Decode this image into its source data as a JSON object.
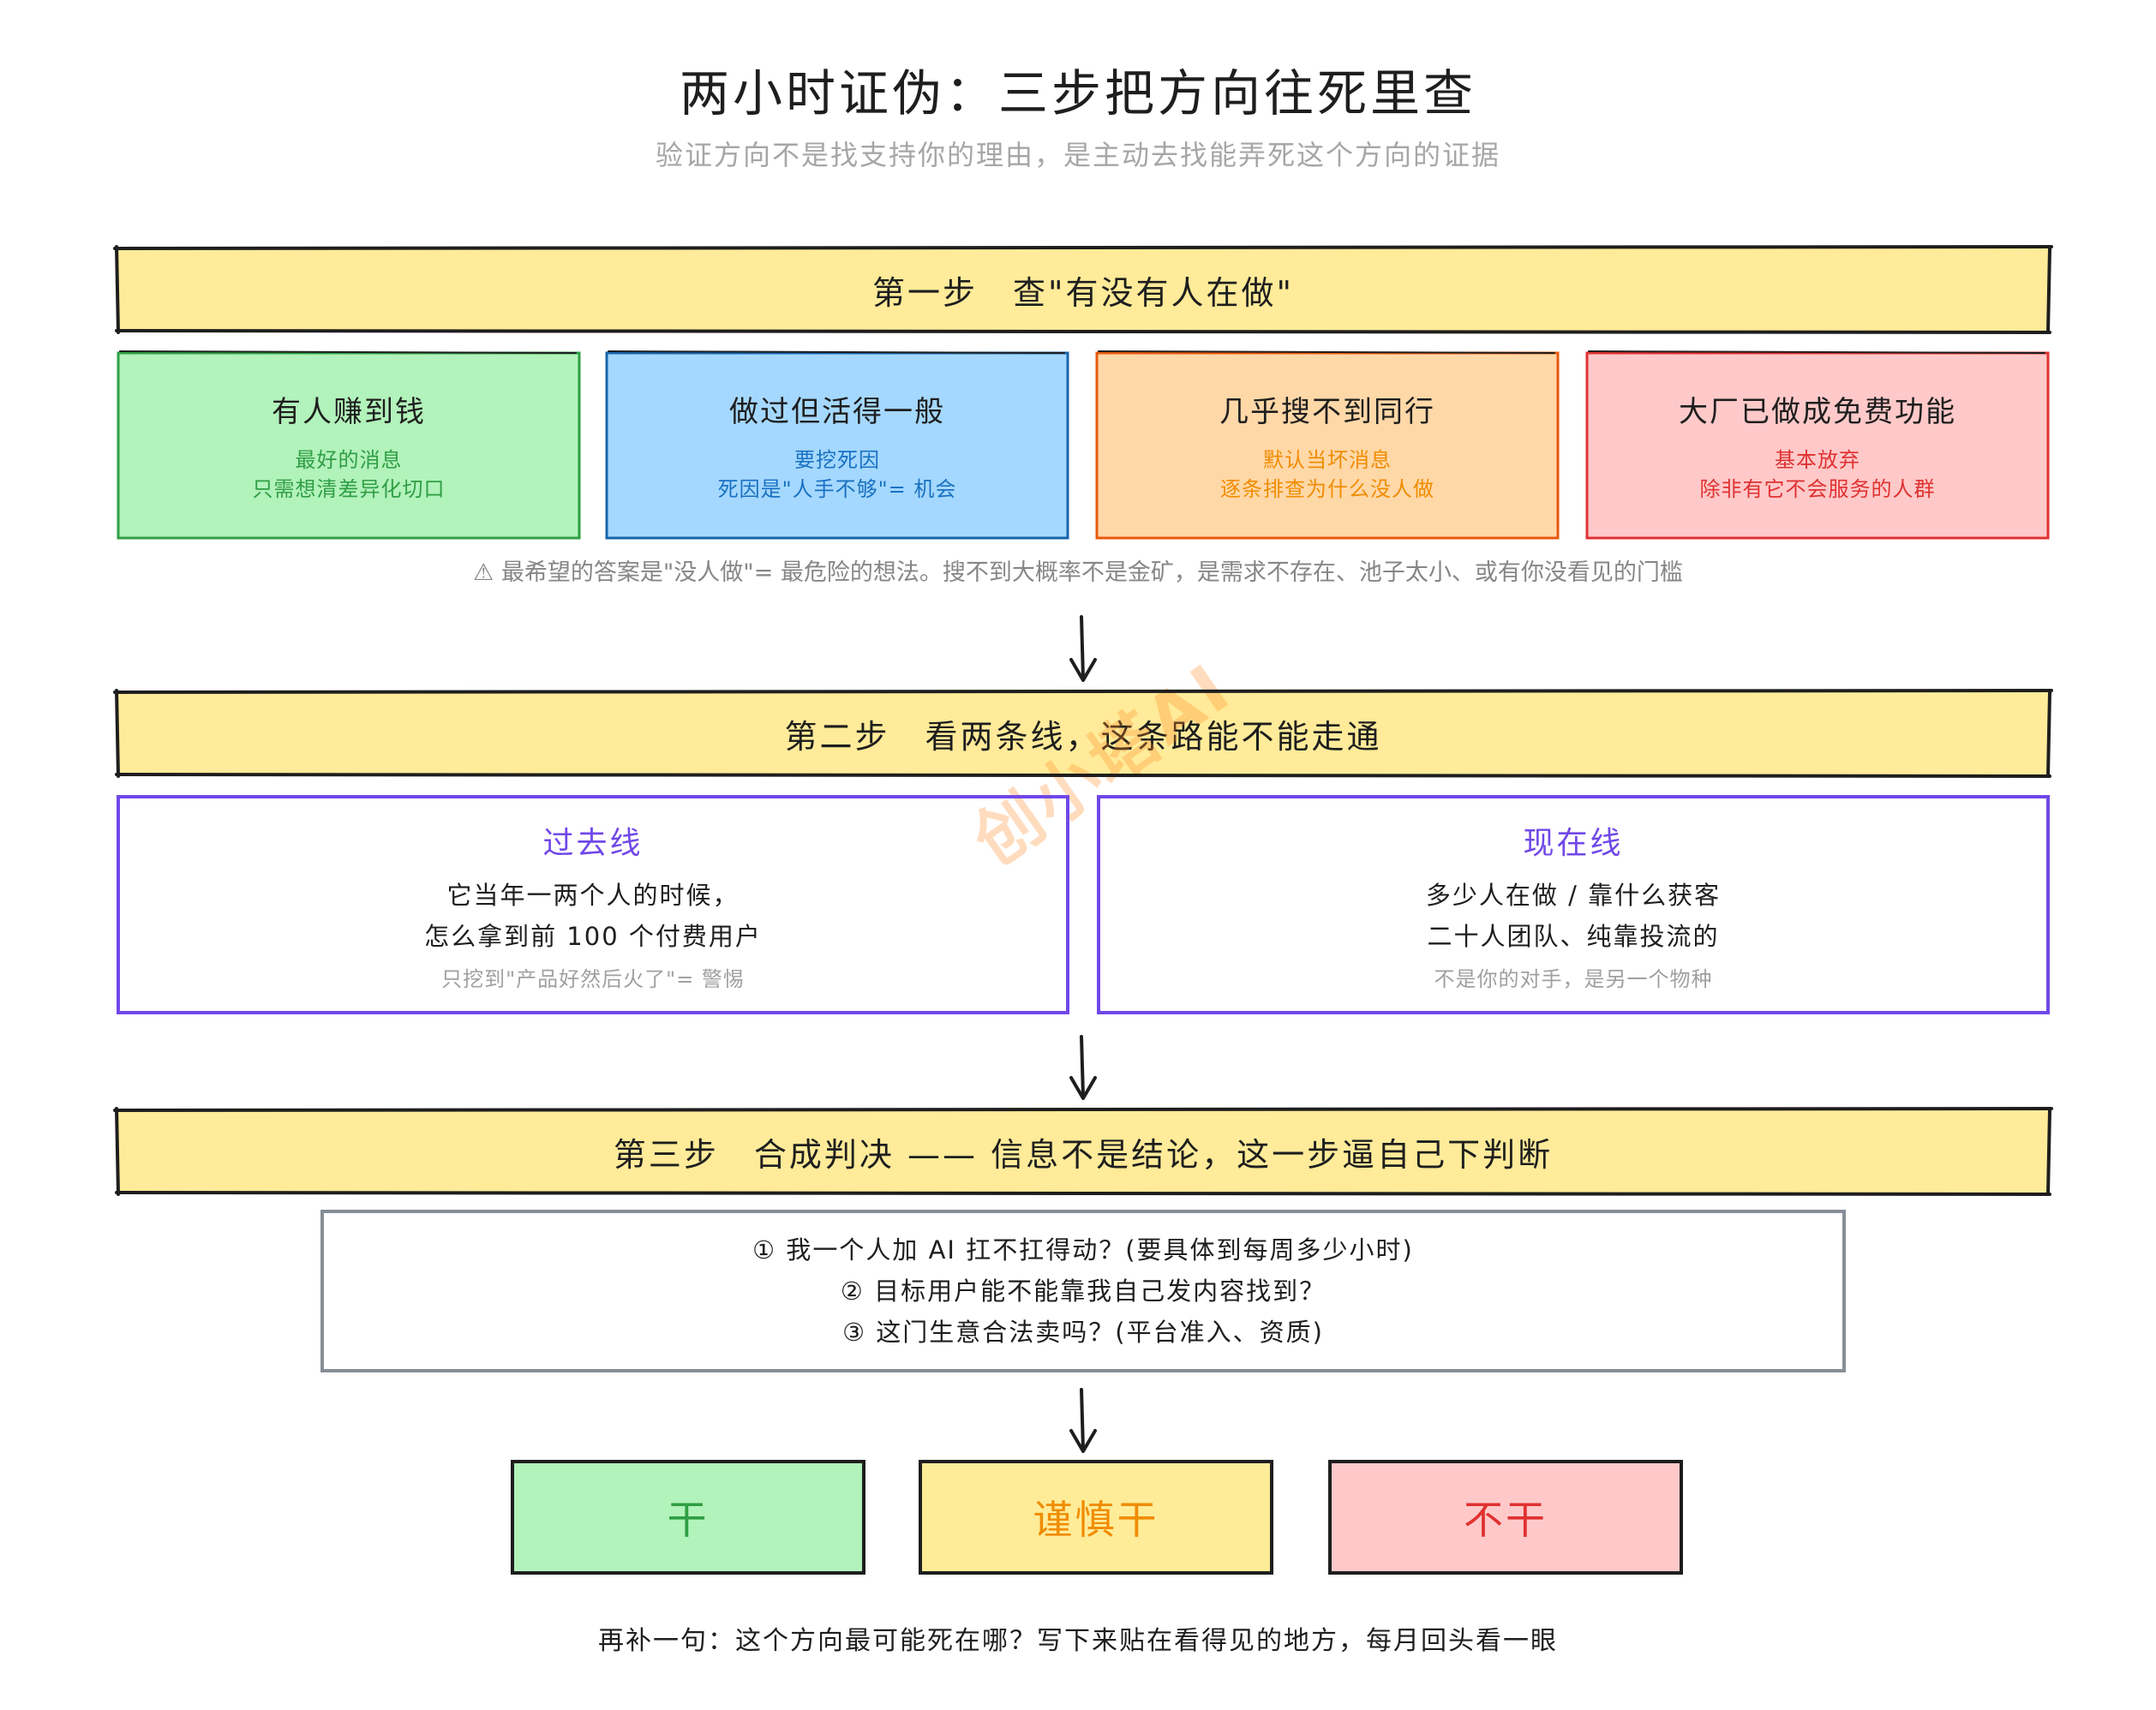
{
  "title": "两小时证伪：三步把方向往死里查",
  "subtitle": "验证方向不是找支持你的理由，是主动去找能弄死这个方向的证据",
  "step1": {
    "banner": "第一步　查\"有没有人在做\"",
    "cards": [
      {
        "title": "有人赚到钱",
        "line1": "最好的消息",
        "line2": "只需想清差异化切口",
        "accent": "#2f9e44"
      },
      {
        "title": "做过但活得一般",
        "line1": "要挖死因",
        "line2": "死因是\"人手不够\"= 机会",
        "accent": "#1971c2"
      },
      {
        "title": "几乎搜不到同行",
        "line1": "默认当坏消息",
        "line2": "逐条排查为什么没人做",
        "accent": "#f08c00"
      },
      {
        "title": "大厂已做成免费功能",
        "line1": "基本放弃",
        "line2": "除非有它不会服务的人群",
        "accent": "#e03131"
      }
    ],
    "warning_icon": "warning-icon",
    "warning": "⚠ 最希望的答案是\"没人做\"= 最危险的想法。搜不到大概率不是金矿，是需求不存在、池子太小、或有你没看见的门槛"
  },
  "step2": {
    "banner": "第二步　看两条线，这条路能不能走通",
    "past": {
      "title": "过去线",
      "line1": "它当年一两个人的时候，",
      "line2": "怎么拿到前 100 个付费用户",
      "note": "只挖到\"产品好然后火了\"= 警惕"
    },
    "present": {
      "title": "现在线",
      "line1": "多少人在做 / 靠什么获客",
      "line2": "二十人团队、纯靠投流的",
      "note": "不是你的对手，是另一个物种"
    },
    "title_color": "#7048e8"
  },
  "step3": {
    "banner": "第三步　合成判决 —— 信息不是结论，这一步逼自己下判断",
    "questions": [
      "① 我一个人加 AI 扛不扛得动？(要具体到每周多少小时)",
      "② 目标用户能不能靠我自己发内容找到？",
      "③ 这门生意合法卖吗？(平台准入、资质)"
    ]
  },
  "verdicts": [
    {
      "label": "干",
      "color": "#2f9e44"
    },
    {
      "label": "谨慎干",
      "color": "#f08c00"
    },
    {
      "label": "不干",
      "color": "#e03131"
    }
  ],
  "footer": "再补一句：这个方向最可能死在哪？写下来贴在看得见的地方，每月回头看一眼",
  "watermark": "创小塔AI",
  "colors": {
    "banner": "#ffeb99",
    "stroke": "#1e1e1e",
    "purple": "#7048e8",
    "gray": "#868e96"
  }
}
